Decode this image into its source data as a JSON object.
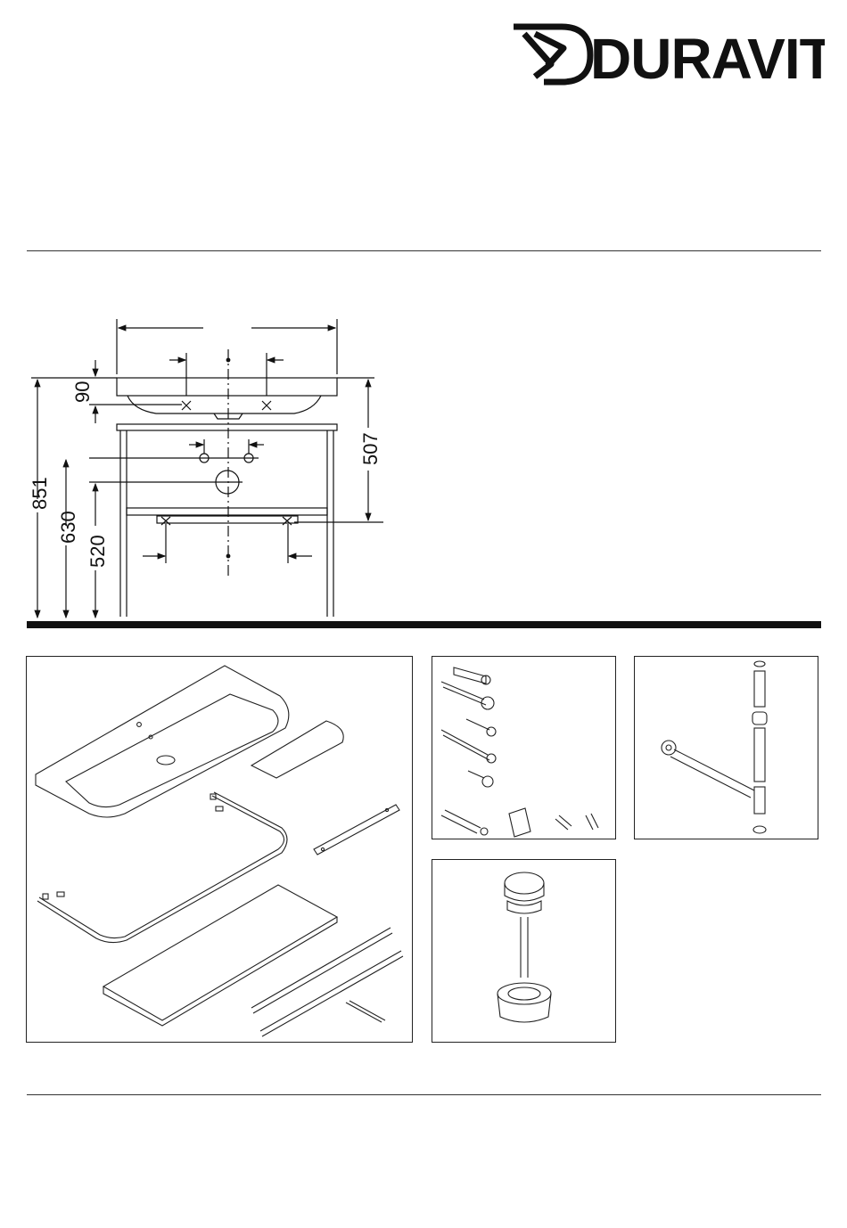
{
  "brand": {
    "name": "DURAVIT"
  },
  "dimensions": {
    "total_height": "851",
    "outlet_630": "630",
    "outlet_520": "520",
    "rim_offset": "90",
    "frame_height": "507"
  },
  "colors": {
    "ink": "#111111",
    "line": "#333333"
  }
}
